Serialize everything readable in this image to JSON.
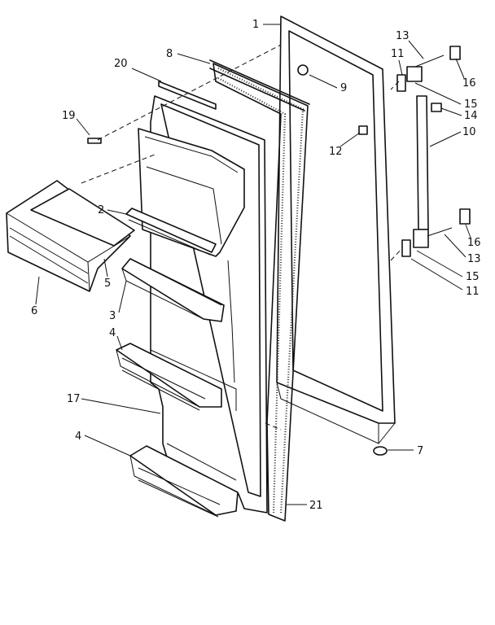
{
  "callouts": {
    "c1": "1",
    "c2": "2",
    "c3": "3",
    "c4a": "4",
    "c4b": "4",
    "c5": "5",
    "c6": "6",
    "c7": "7",
    "c8": "8",
    "c9": "9",
    "c10": "10",
    "c11a": "11",
    "c11b": "11",
    "c12": "12",
    "c13a": "13",
    "c13b": "13",
    "c14": "14",
    "c15a": "15",
    "c15b": "15",
    "c16a": "16",
    "c16b": "16",
    "c17": "17",
    "c19": "19",
    "c20": "20",
    "c21": "21"
  }
}
